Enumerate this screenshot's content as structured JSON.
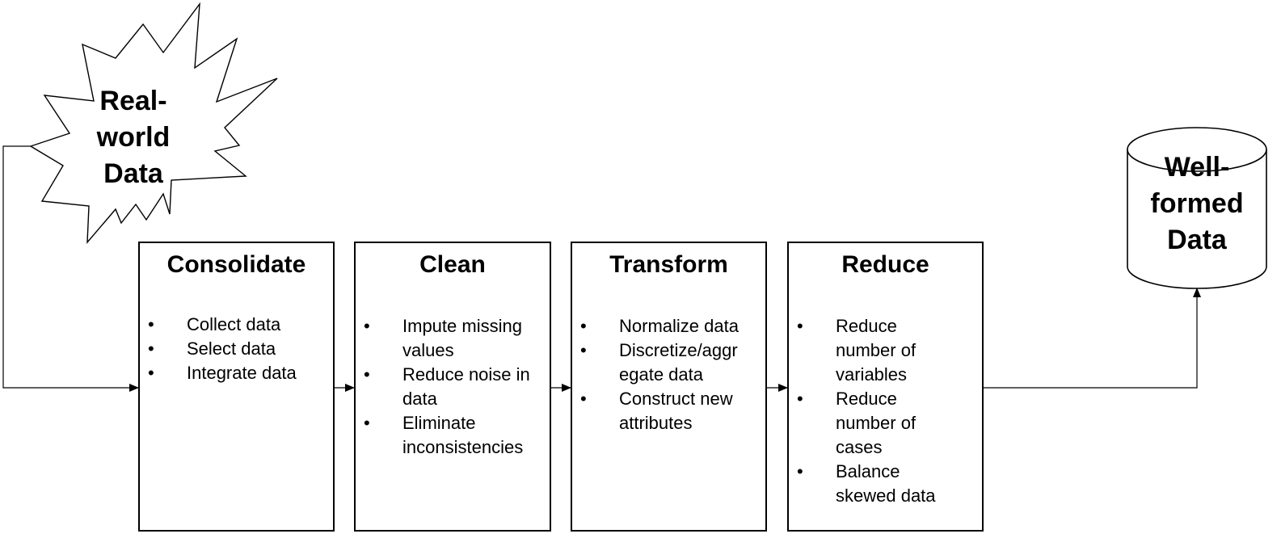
{
  "source": {
    "label": "Real-\nworld\nData"
  },
  "target": {
    "label": "Well-\nformed\nData"
  },
  "steps": [
    {
      "title": "Consolidate",
      "items": [
        "Collect data",
        "Select data",
        "Integrate data"
      ]
    },
    {
      "title": "Clean",
      "items": [
        "Impute missing values",
        "Reduce noise in data",
        "Eliminate inconsistencies"
      ]
    },
    {
      "title": "Transform",
      "items": [
        "Normalize data",
        "Discretize/aggr egate data",
        "Construct new attributes"
      ]
    },
    {
      "title": "Reduce",
      "items": [
        "Reduce number of variables",
        "Reduce number of cases",
        "Balance skewed data"
      ]
    }
  ],
  "bullet": "•"
}
